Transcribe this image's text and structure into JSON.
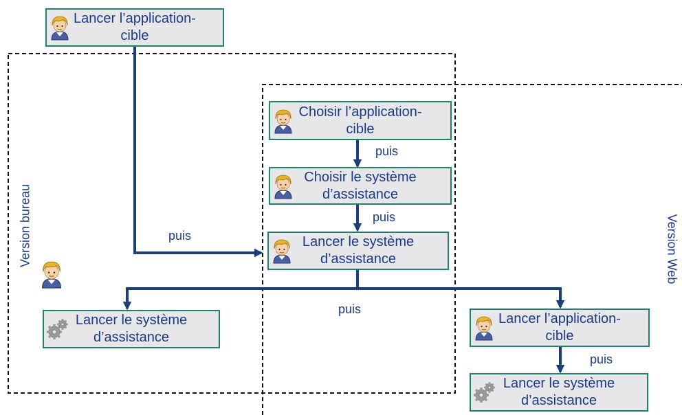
{
  "colors": {
    "box_fill": "#e7e7e9",
    "box_border": "#1f7f72",
    "text": "#1a3a86",
    "arrow": "#1c3f78",
    "dashed": "#111111"
  },
  "regions": {
    "desktop": "Version bureau",
    "web": "Version Web"
  },
  "boxes": {
    "launch_target_top": {
      "text": "Lancer l’application-\ncible",
      "actor": "user-icon"
    },
    "choose_target": {
      "text": "Choisir l’application-\ncible",
      "actor": "user-icon"
    },
    "choose_assistance": {
      "text": "Choisir le système\nd’assistance",
      "actor": "user-icon"
    },
    "launch_assistance_middle": {
      "text": "Lancer le système\nd’assistance",
      "actor": "user-icon"
    },
    "launch_assistance_left": {
      "text": "Lancer le système\nd’assistance",
      "actor": "gears-icon"
    },
    "launch_target_right": {
      "text": "Lancer l’application-\ncible",
      "actor": "user-icon"
    },
    "launch_assistance_right": {
      "text": "Lancer le système\nd’assistance",
      "actor": "gears-icon"
    }
  },
  "connectors": {
    "then_top_to_middle": "puis",
    "then_choose_target": "puis",
    "then_choose_assistance": "puis",
    "then_branch": "puis",
    "then_right": "puis"
  }
}
